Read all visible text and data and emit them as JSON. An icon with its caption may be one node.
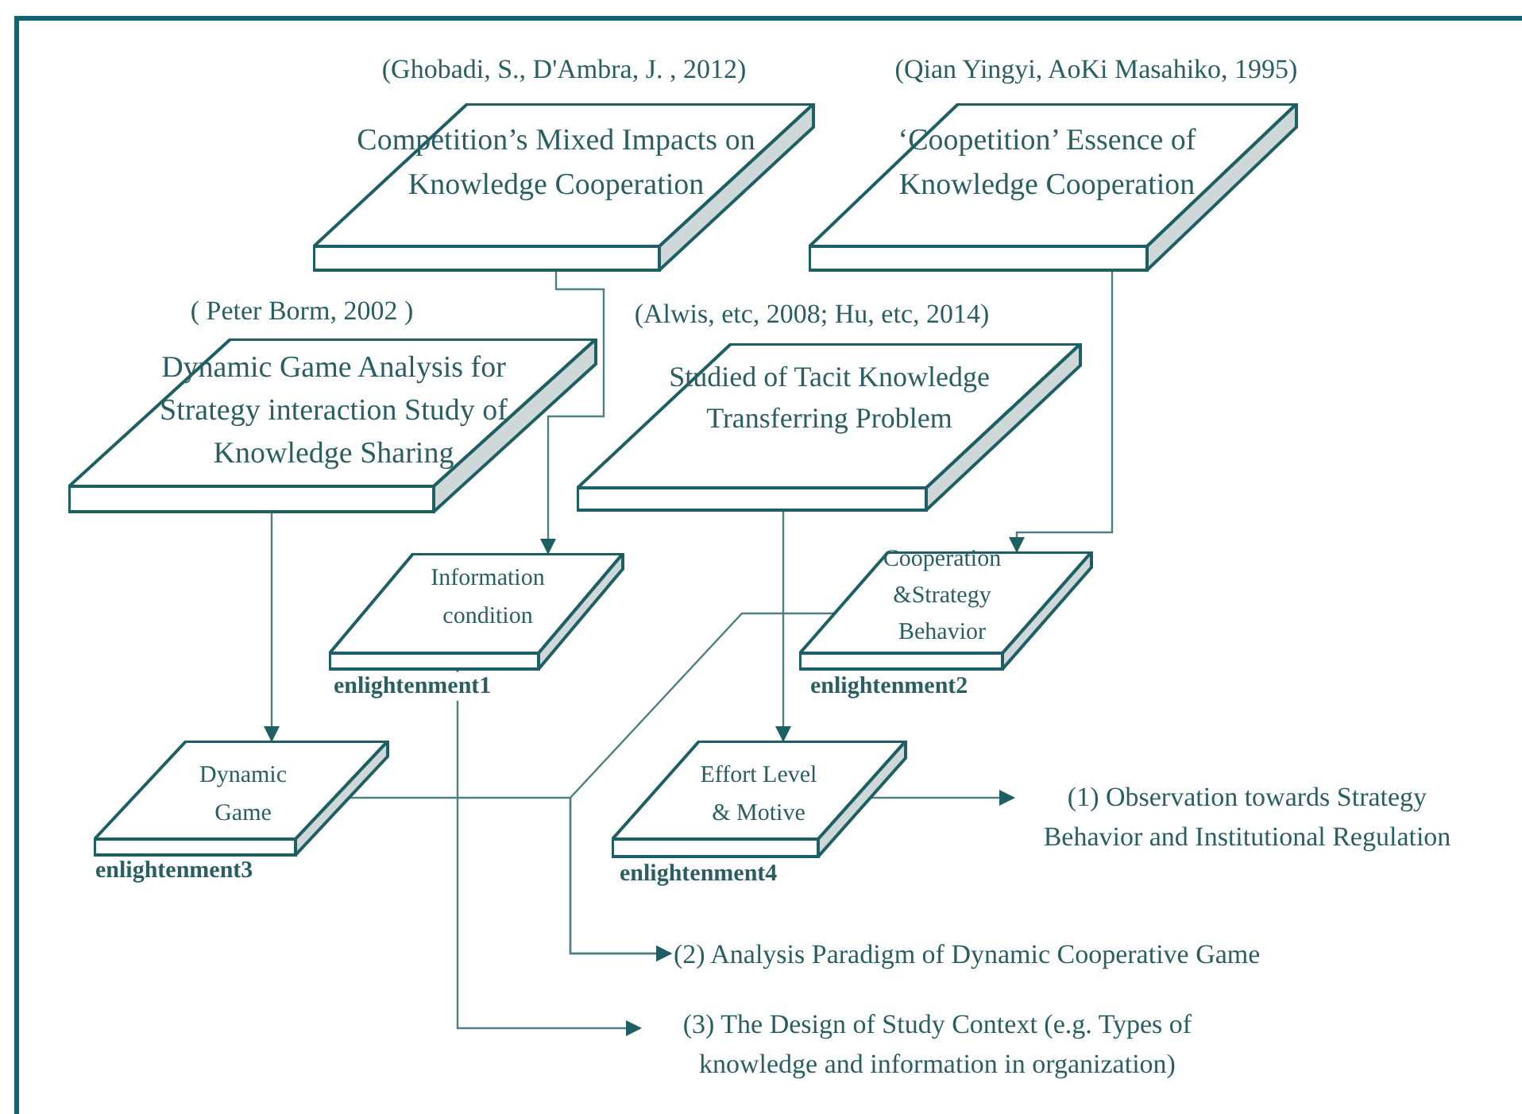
{
  "diagram": {
    "nodes": [
      {
        "text": [
          "Competition’s Mixed Impacts on Knowledge Cooperation"
        ],
        "beside": [
          "(Ghobadi, S., D'Ambra, J. , 2012)"
        ]
      },
      {
        "text": [
          "‘Coopetition’ Essence of Knowledge Cooperation"
        ],
        "beside": [
          "(Qian Yingyi, AoKi Masahiko, 1995)"
        ]
      },
      {
        "text": [
          "Dynamic Game Analysis for Strategy interaction Study of Knowledge Sharing"
        ],
        "beside": [
          "( Peter Borm, 2002 )"
        ]
      },
      {
        "text": [
          "Studied of Tacit Knowledge Transferring Problem"
        ],
        "beside": [
          "(Alwis, etc, 2008; Hu, etc, 2014)"
        ]
      },
      {
        "text": [
          "Information condition"
        ],
        "beside": [
          "enlightenment1"
        ]
      },
      {
        "text": [
          "Cooperation &Strategy Behavior"
        ],
        "beside": [
          "enlightenment2"
        ]
      },
      {
        "text": [
          "Dynamic Game"
        ],
        "beside": [
          "enlightenment3"
        ]
      },
      {
        "text": [
          "Effort Level & Motive"
        ],
        "beside": [
          "enlightenment4"
        ]
      },
      {
        "text": [
          "(1) Observation towards Strategy Behavior and Institutional Regulation"
        ]
      },
      {
        "text": [
          "(2) Analysis Paradigm of Dynamic Cooperative Game"
        ]
      },
      {
        "text": [
          "(3) The Design of Study Context (e.g. Types of knowledge and information in organization)"
        ]
      }
    ],
    "edges": [
      {
        "from": 0,
        "to": 4,
        "arrow": "to"
      },
      {
        "from": 1,
        "to": 5,
        "arrow": "to"
      },
      {
        "from": 2,
        "to": 6,
        "arrow": "to"
      },
      {
        "from": 3,
        "to": 7,
        "arrow": "to"
      },
      {
        "from": 7,
        "to": 8,
        "arrow": "to"
      },
      {
        "from": 6,
        "to": 9,
        "arrow": "to"
      },
      {
        "from": 5,
        "to": 9,
        "arrow": "to"
      },
      {
        "from": 4,
        "to": 10,
        "arrow": "to"
      }
    ]
  }
}
